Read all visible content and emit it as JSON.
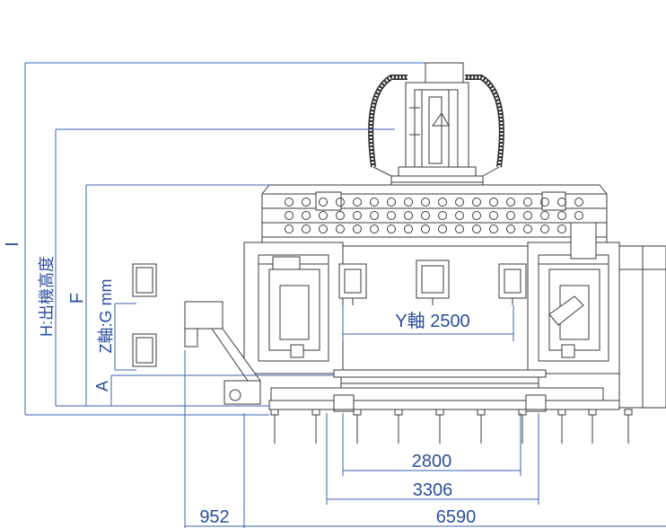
{
  "labels": {
    "dim_i": "I",
    "dim_h": "H:出機高度",
    "dim_f": "F",
    "dim_z": "Z軸:G mm",
    "dim_a": "A",
    "dim_y": "Y軸 2500",
    "dim_2800": "2800",
    "dim_3306": "3306",
    "dim_952": "952",
    "dim_6590": "6590"
  },
  "colors": {
    "dimension": "#3a62b5",
    "dimension_text": "#2a4f9c",
    "machine_line": "#3a3a3a"
  }
}
